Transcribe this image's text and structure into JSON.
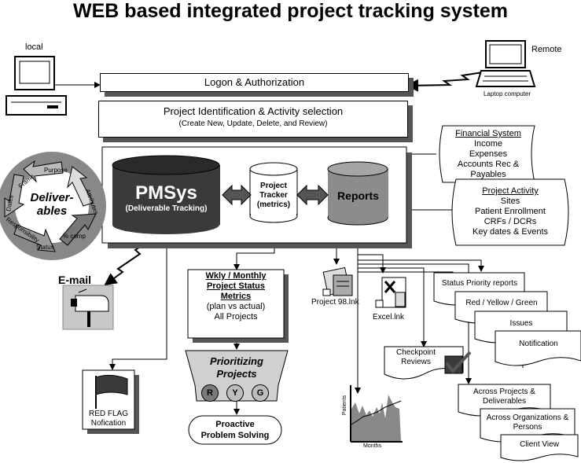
{
  "title": "WEB based integrated project tracking system",
  "local_label": "local",
  "remote_label": "Remote",
  "laptop_label": "Laptop computer",
  "logon": "Logon & Authorization",
  "project_id": {
    "title": "Project Identification & Activity selection",
    "subtitle": "(Create New, Update, Delete, and Review)"
  },
  "deliverables": {
    "center_line1": "Deliver-",
    "center_line2": "ables",
    "arrows": [
      "Purpose",
      "Attributes",
      "% comp",
      "Status",
      "Responsibility",
      "Dates",
      "Frame"
    ]
  },
  "pmsys": {
    "name": "PMSys",
    "sub": "(Deliverable Tracking)"
  },
  "tracker": {
    "line1": "Project",
    "line2": "Tracker",
    "line3": "(metrics)"
  },
  "reports": "Reports",
  "financial": {
    "title": "Financial System",
    "items": [
      "Income",
      "Expenses",
      "Accounts Rec &",
      "Payables"
    ]
  },
  "project_activity": {
    "title": "Project Activity",
    "items": [
      "Sites",
      "Patient Enrollment",
      "CRFs / DCRs",
      "Key dates & Events"
    ]
  },
  "email": "E-mail",
  "weekly": {
    "line1": "Wkly / Monthly",
    "line2": "Project Status",
    "line3": "Metrics",
    "line4": "(plan vs actual)",
    "line5": "All Projects"
  },
  "prioritizing": {
    "line1": "Prioritizing",
    "line2": "Projects",
    "r": "R",
    "y": "Y",
    "g": "G"
  },
  "proactive": {
    "line1": "Proactive",
    "line2": "Problem Solving"
  },
  "redflag": {
    "line1": "RED FLAG",
    "line2": "Nofication"
  },
  "project98": "Project 98.lnk",
  "excel": "Excel.lnk",
  "checkpoint": {
    "line1": "Checkpoint",
    "line2": "Reviews"
  },
  "chart_axes": {
    "y": "Patients",
    "x": "Months"
  },
  "report_stack": [
    "Status Priority reports",
    "Red / Yellow / Green",
    "Issues",
    "Notification"
  ],
  "across_stack": [
    "Across Projects & Deliverables",
    "Across Organizations & Persons",
    "Client View"
  ],
  "colors": {
    "dark_cylinder": "#3a3a3a",
    "mid_gray": "#8c8c8c",
    "light_gray": "#d0d0d0",
    "shadow": "#555555"
  }
}
